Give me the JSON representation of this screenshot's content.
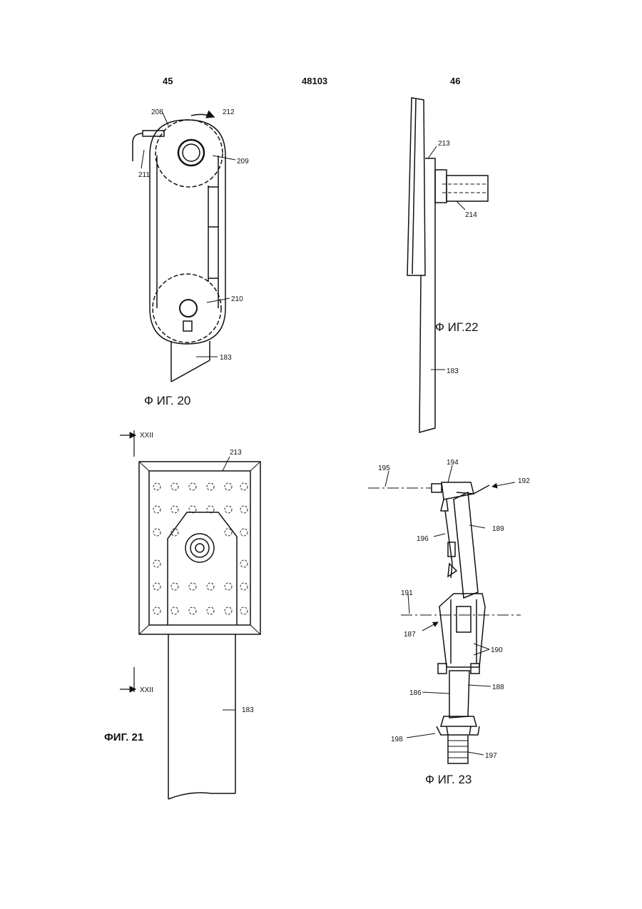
{
  "header": {
    "left_page": "45",
    "doc_number": "48103",
    "right_page": "46"
  },
  "fig20": {
    "caption": "Ф ИГ. 20",
    "labels": {
      "l208": "208",
      "l212": "212",
      "l209": "209",
      "l211": "211",
      "l210": "210",
      "l183": "183"
    }
  },
  "fig22": {
    "caption": "Ф ИГ.22",
    "labels": {
      "l213": "213",
      "l214": "214",
      "l183": "183"
    }
  },
  "fig21": {
    "caption": "ФИГ. 21",
    "labels": {
      "l213": "213",
      "l183": "183",
      "sec_top": "XXII",
      "sec_bottom": "XXII"
    }
  },
  "fig23": {
    "caption": "Ф ИГ. 23",
    "labels": {
      "l195": "195",
      "l194": "194",
      "l192": "192",
      "l196a": "196",
      "l189": "189",
      "l191": "191",
      "l187": "187",
      "l190": "190",
      "l186": "186",
      "l188": "188",
      "l198": "198",
      "l197": "197"
    }
  }
}
